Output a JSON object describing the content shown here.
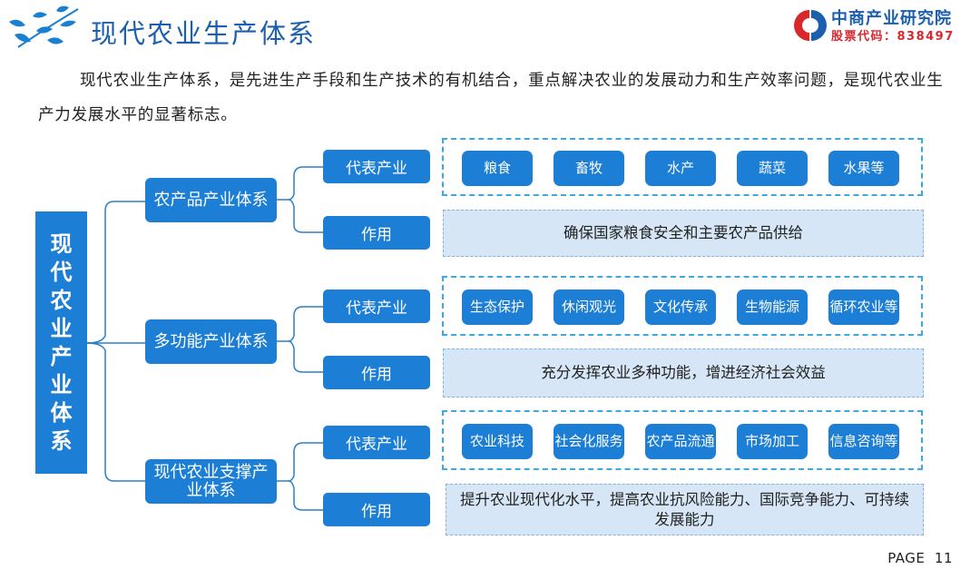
{
  "header": {
    "title": "现代农业生产体系",
    "brand_name": "中商产业研究院",
    "brand_code": "股票代码：838497"
  },
  "intro": "现代农业生产体系，是先进生产手段和生产技术的有机结合，重点解决农业的发展动力和生产效率问题，是现代农业生产力发展水平的显著标志。",
  "diagram": {
    "root": "现代农业产业体系",
    "groups": [
      {
        "name": "农产品产业体系",
        "rep_label": "代表产业",
        "industries": [
          "粮食",
          "畜牧",
          "水产",
          "蔬菜",
          "水果等"
        ],
        "effect_label": "作用",
        "effect": "确保国家粮食安全和主要农产品供给"
      },
      {
        "name": "多功能产业体系",
        "rep_label": "代表产业",
        "industries": [
          "生态保护",
          "休闲观光",
          "文化传承",
          "生物能源",
          "循环农业等"
        ],
        "effect_label": "作用",
        "effect": "充分发挥农业多种功能，增进经济社会效益"
      },
      {
        "name": "现代农业支撑产业体系",
        "rep_label": "代表产业",
        "industries": [
          "农业科技",
          "社会化服务",
          "农产品流通",
          "市场加工",
          "信息咨询等"
        ],
        "effect_label": "作用",
        "effect": "提升农业现代化水平，提高农业抗风险能力、国际竞争能力、可持续发展能力"
      }
    ]
  },
  "footer": {
    "page": "PAGE  11"
  },
  "colors": {
    "primary": "#1d7ed5",
    "title": "#1b5fae",
    "code": "#d9272e",
    "effect_bg": "#d6e6f6",
    "dash": "#3ea9e0"
  }
}
